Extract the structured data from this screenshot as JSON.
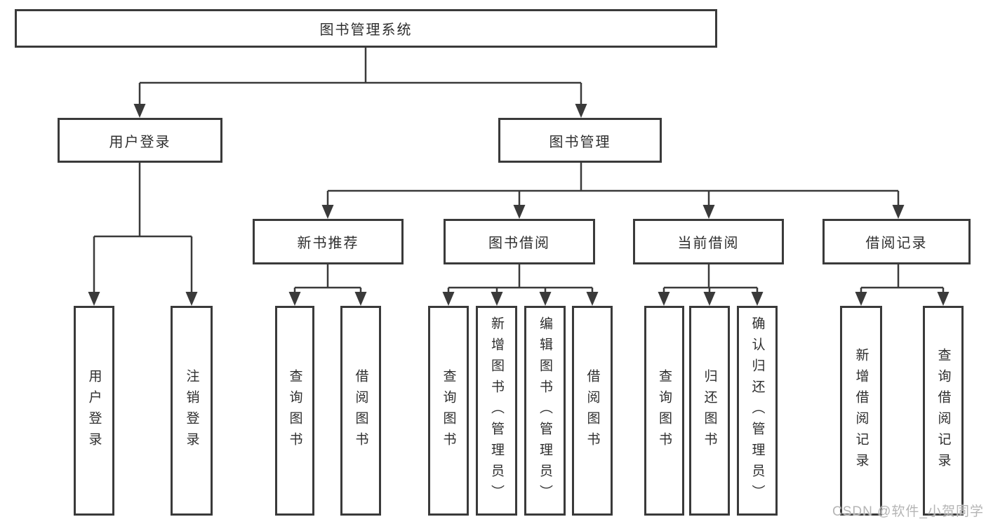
{
  "colors": {
    "line": "#3a3a3a",
    "text": "#2e2e2e",
    "background": "#ffffff",
    "watermark": "#b5b5b5"
  },
  "tree": {
    "root": {
      "label": "图书管理系统"
    },
    "branches": [
      {
        "label": "用户登录",
        "children": [
          {
            "label": "用户登录"
          },
          {
            "label": "注销登录"
          }
        ]
      },
      {
        "label": "图书管理",
        "children": [
          {
            "label": "新书推荐",
            "children": [
              {
                "label": "查询图书"
              },
              {
                "label": "借阅图书"
              }
            ]
          },
          {
            "label": "图书借阅",
            "children": [
              {
                "label": "查询图书"
              },
              {
                "label": "新增图书（管理员）"
              },
              {
                "label": "编辑图书（管理员）"
              },
              {
                "label": "借阅图书"
              }
            ]
          },
          {
            "label": "当前借阅",
            "children": [
              {
                "label": "查询图书"
              },
              {
                "label": "归还图书"
              },
              {
                "label": "确认归还（管理员）"
              }
            ]
          },
          {
            "label": "借阅记录",
            "children": [
              {
                "label": "新增借阅记录"
              },
              {
                "label": "查询借阅记录"
              }
            ]
          }
        ]
      }
    ]
  },
  "watermark": "CSDN @软件_小贺同学"
}
